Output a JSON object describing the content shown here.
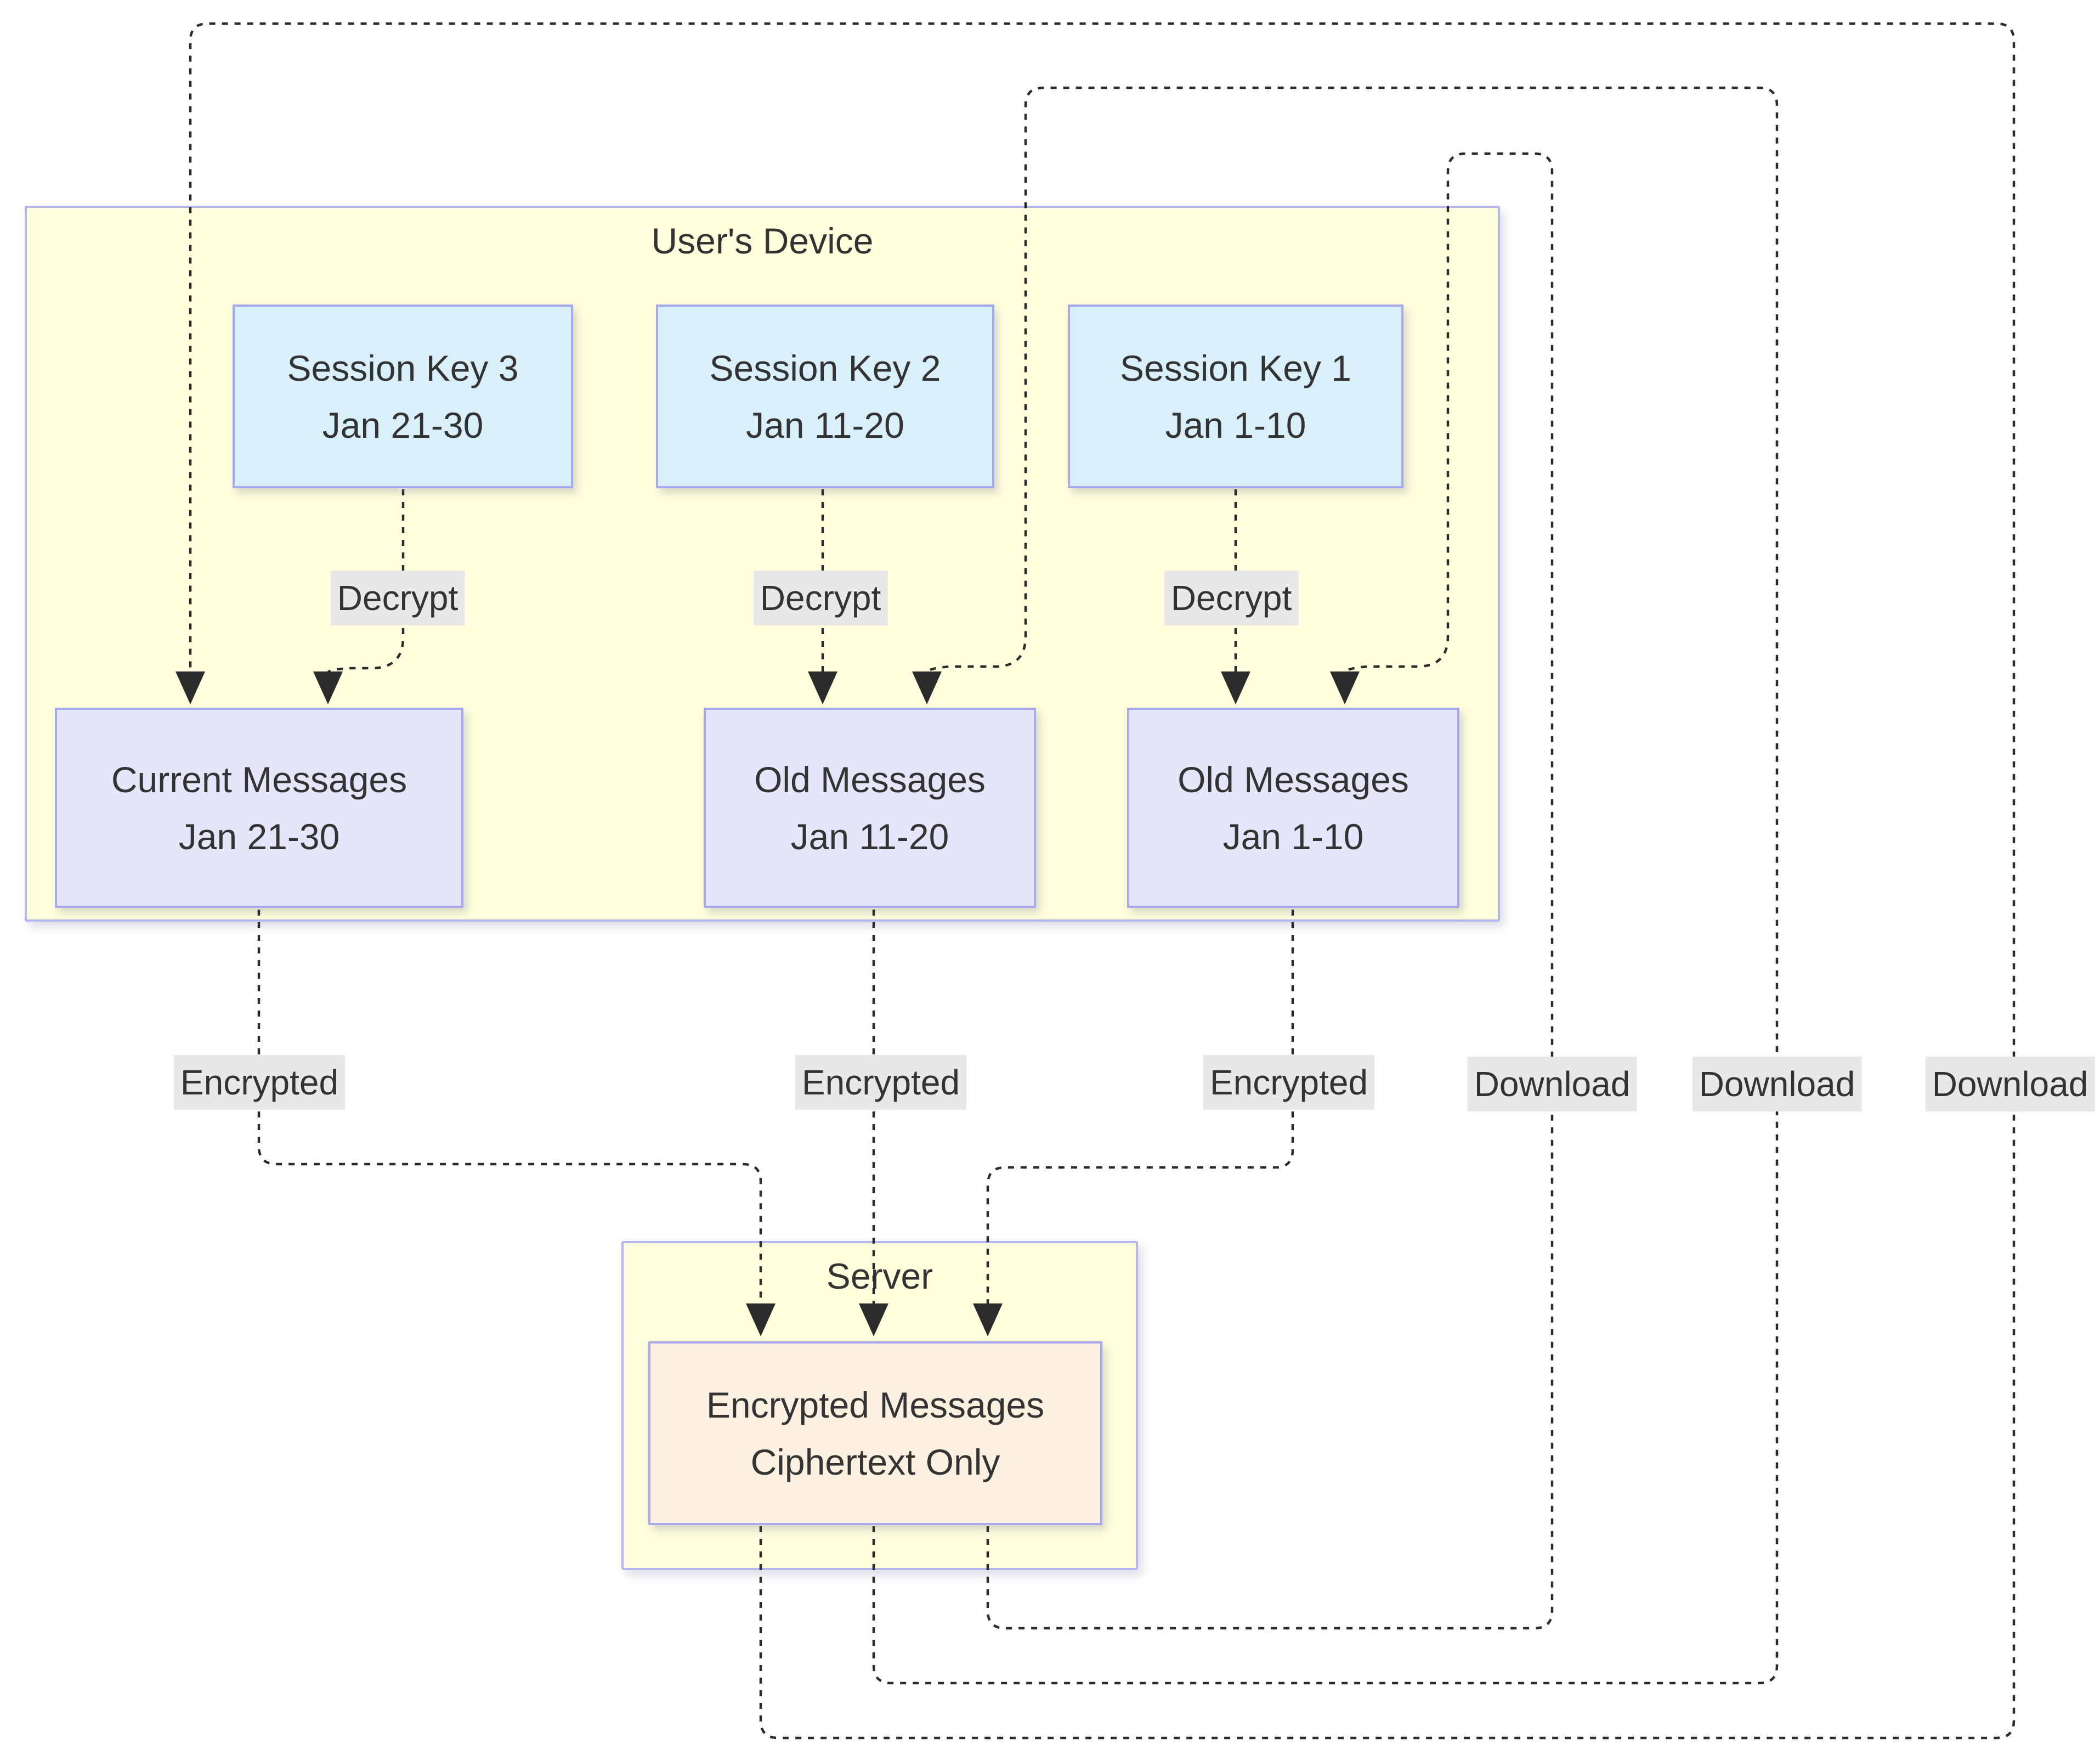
{
  "diagram": {
    "clusters": {
      "user_device": {
        "title": "User's Device"
      },
      "server": {
        "title": "Server"
      }
    },
    "nodes": {
      "session_key_3": {
        "line1": "Session Key 3",
        "line2": "Jan 21-30"
      },
      "session_key_2": {
        "line1": "Session Key 2",
        "line2": "Jan 11-20"
      },
      "session_key_1": {
        "line1": "Session Key 1",
        "line2": "Jan 1-10"
      },
      "current_messages": {
        "line1": "Current Messages",
        "line2": "Jan 21-30"
      },
      "old_messages_jan_11_20": {
        "line1": "Old Messages",
        "line2": "Jan 11-20"
      },
      "old_messages_jan_1_10": {
        "line1": "Old Messages",
        "line2": "Jan 1-10"
      },
      "encrypted_messages": {
        "line1": "Encrypted Messages",
        "line2": "Ciphertext Only"
      }
    },
    "edge_labels": {
      "decrypt": "Decrypt",
      "encrypted": "Encrypted",
      "download": "Download"
    },
    "colors": {
      "cluster_fill": "#ffffde",
      "cluster_border": "#b3b6f0",
      "session_key_fill": "#d9f0fb",
      "messages_fill": "#e6e6fa",
      "encrypted_messages_fill": "#fcf0e1",
      "node_border": "#a9aaee",
      "edge_label_bg": "#e8e8e8",
      "line_color": "#2b2b2b",
      "text_color": "#333333"
    }
  }
}
